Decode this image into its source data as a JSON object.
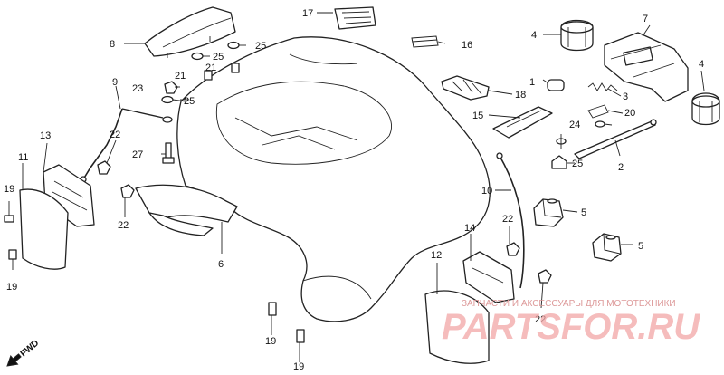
{
  "diagram": {
    "callouts": {
      "c1": "1",
      "c2": "2",
      "c3": "3",
      "c4a": "4",
      "c4b": "4",
      "c5a": "5",
      "c5b": "5",
      "c6": "6",
      "c7": "7",
      "c8": "8",
      "c9": "9",
      "c10": "10",
      "c11": "11",
      "c12": "12",
      "c13": "13",
      "c14": "14",
      "c15": "15",
      "c16": "16",
      "c17": "17",
      "c18": "18",
      "c19a": "19",
      "c19b": "19",
      "c19c": "19",
      "c19d": "19",
      "c20": "20",
      "c21a": "21",
      "c21b": "21",
      "c22a": "22",
      "c22b": "22",
      "c22c": "22",
      "c22d": "22",
      "c23": "23",
      "c24": "24",
      "c25a": "25",
      "c25b": "25",
      "c25c": "25",
      "c25d": "25",
      "c27": "27"
    },
    "direction_label": "FWD"
  },
  "watermark": {
    "caption": "ЗАПЧАСТИ И АКСЕССУАРЫ ДЛЯ МОТОТЕХНИКИ",
    "brand": "PARTSFOR.RU",
    "color": "#e87878"
  }
}
